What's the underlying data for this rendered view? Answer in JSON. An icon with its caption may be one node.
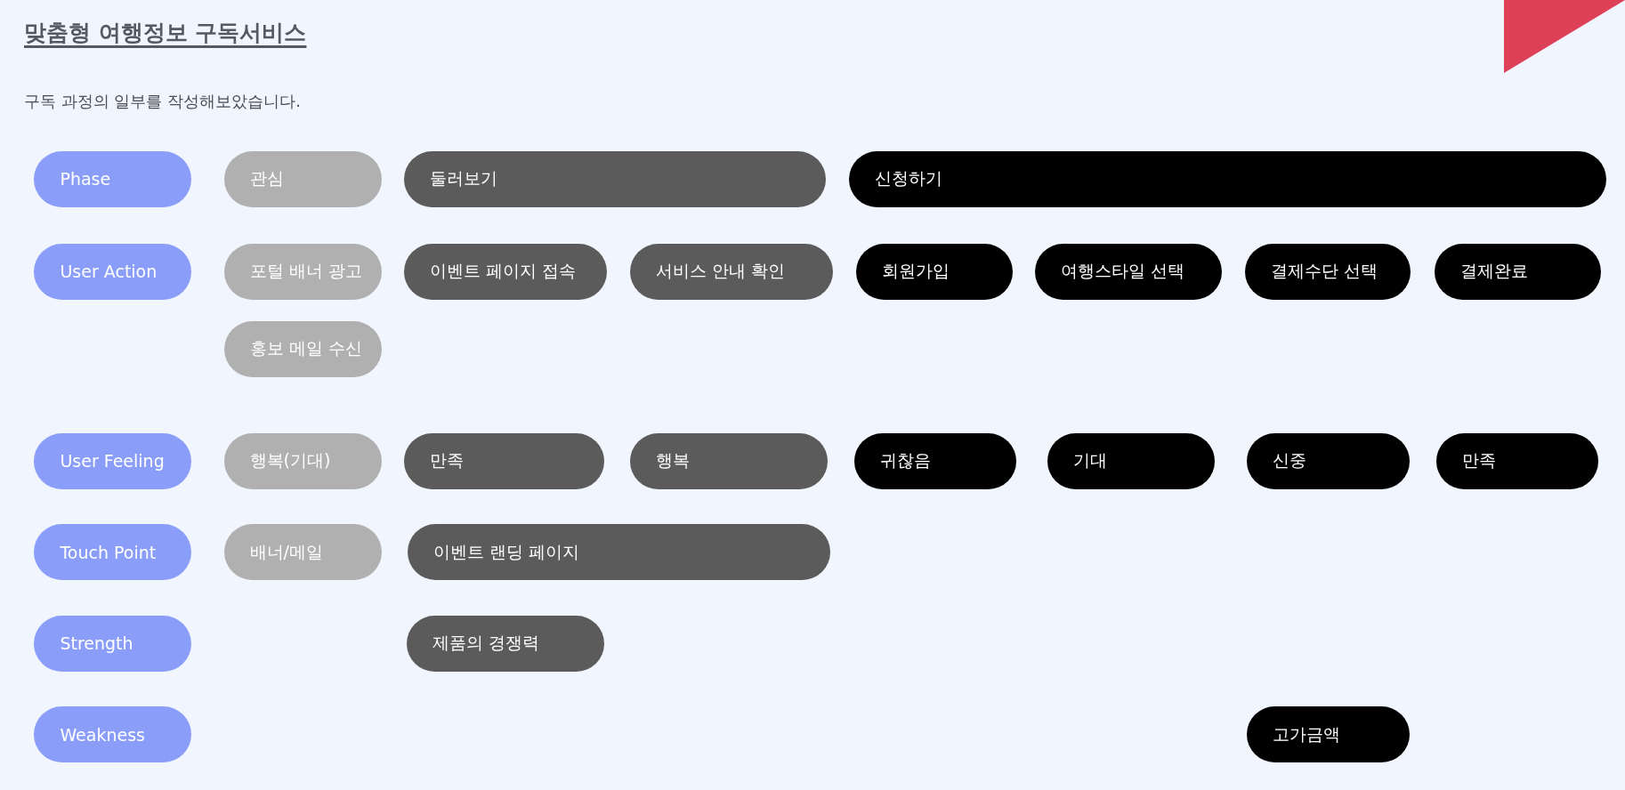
{
  "diagram": {
    "title": "맞춤형 여행정보 구독서비스",
    "labels": [
      "구독 과정의 일부를 작성해보았습니다."
    ],
    "nodes": [
      {
        "text": [
          "Phase"
        ]
      },
      {
        "text": [
          "관심"
        ]
      },
      {
        "text": [
          "둘러보기"
        ]
      },
      {
        "text": [
          "신청하기"
        ]
      },
      {
        "text": [
          "User Action"
        ]
      },
      {
        "text": [
          "포털 배너 광고"
        ]
      },
      {
        "text": [
          "이벤트 페이지 접속"
        ]
      },
      {
        "text": [
          "서비스 안내 확인"
        ]
      },
      {
        "text": [
          "회원가입"
        ]
      },
      {
        "text": [
          "여행스타일 선택"
        ]
      },
      {
        "text": [
          "결제수단 선택"
        ]
      },
      {
        "text": [
          "결제완료"
        ]
      },
      {
        "text": [
          "홍보 메일 수신"
        ]
      },
      {
        "text": [
          "User Feeling"
        ]
      },
      {
        "text": [
          "행복(기대)"
        ]
      },
      {
        "text": [
          "만족"
        ]
      },
      {
        "text": [
          "행복"
        ]
      },
      {
        "text": [
          "귀찮음"
        ]
      },
      {
        "text": [
          "기대"
        ]
      },
      {
        "text": [
          "신중"
        ]
      },
      {
        "text": [
          "만족"
        ]
      },
      {
        "text": [
          "Touch Point"
        ]
      },
      {
        "text": [
          "배너/메일"
        ]
      },
      {
        "text": [
          "이벤트 랜딩 페이지"
        ]
      },
      {
        "text": [
          "Strength"
        ]
      },
      {
        "text": [
          "제품의 경쟁력"
        ]
      },
      {
        "text": [
          "Weakness"
        ]
      },
      {
        "text": [
          "고가금액"
        ]
      }
    ]
  }
}
